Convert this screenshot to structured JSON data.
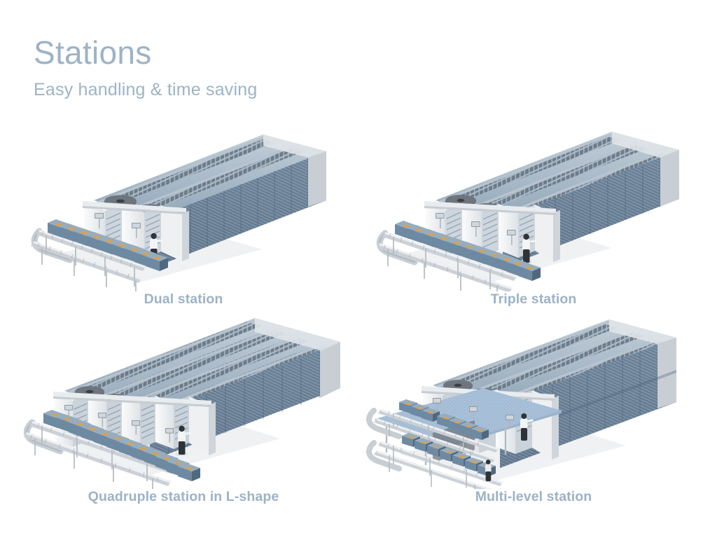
{
  "slide": {
    "background_color": "#ffffff",
    "title": "Stations",
    "subtitle": "Easy handling & time saving",
    "accent_color": "#9db3c6",
    "caption_color": "#9cb2c6"
  },
  "palette": {
    "rack_face": "#7b93a8",
    "rack_face_dark": "#5d7186",
    "rack_face_light": "#93a8ba",
    "rack_top": "#8ea3b4",
    "rack_top_light": "#b9c6d1",
    "shelf_line": "#4e6278",
    "cabinet_white": "#f2f3f4",
    "cabinet_shade": "#d9dde1",
    "cabinet_edge": "#b9c0c6",
    "turntable": "#4a4f55",
    "turntable_rim": "#9aa3ab",
    "conveyor_metal": "#c9cfd4",
    "conveyor_metal_dark": "#a7b0b7",
    "tote_blue": "#6e8aa2",
    "tote_blue_light": "#90a7ba",
    "tote_blue_dark": "#51697f",
    "goods_tan": "#d6a martian",
    "goods": "#d4a257",
    "person_shirt": "#f4f5f6",
    "person_trousers": "#2e3338",
    "mezzanine_deck": "#a8c0d8",
    "mezzanine_deck_edge": "#8fa9c4",
    "shadow": "#e4e7ea"
  },
  "figures": [
    {
      "id": "dual-station",
      "caption": "Dual station",
      "aisles": 2,
      "stations": 2,
      "layout": "straight",
      "has_mezzanine": false,
      "conveyor": "curved-single-level",
      "workers": 1,
      "tote_count": 9
    },
    {
      "id": "triple-station",
      "caption": "Triple station",
      "aisles": 3,
      "stations": 3,
      "layout": "straight",
      "has_mezzanine": false,
      "conveyor": "curved-single-level",
      "workers": 1,
      "tote_count": 11
    },
    {
      "id": "quadruple-station-l-shape",
      "caption": "Quadruple station in L-shape",
      "aisles": 4,
      "stations": 4,
      "layout": "l-shape",
      "has_mezzanine": false,
      "conveyor": "curved-single-level",
      "workers": 1,
      "tote_count": 12
    },
    {
      "id": "multi-level-station",
      "caption": "Multi-level station",
      "aisles": 3,
      "stations": 3,
      "layout": "straight",
      "has_mezzanine": true,
      "conveyor": "two-level",
      "workers": 2,
      "tote_count": 14
    }
  ]
}
